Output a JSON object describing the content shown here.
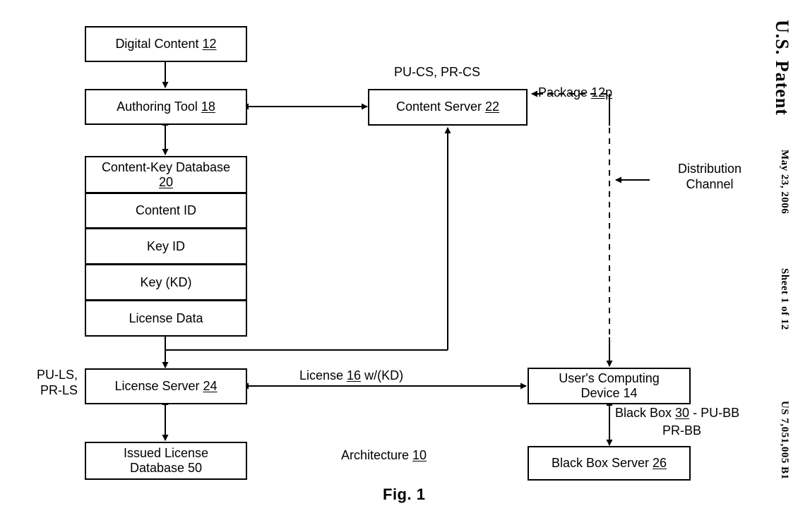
{
  "figure": {
    "fig_label": "Fig. 1",
    "architecture_label_pre": "Architecture ",
    "architecture_num": "10"
  },
  "margin": {
    "patent_title": "U.S. Patent",
    "date": "May 23, 2006",
    "sheet": "Sheet 1 of 12",
    "patent_number": "US 7,051,005 B1"
  },
  "boxes": {
    "digital_content": {
      "text_pre": "Digital Content ",
      "num": "12"
    },
    "authoring_tool": {
      "text_pre": "Authoring Tool ",
      "num": "18"
    },
    "content_server": {
      "text_pre": "Content Server ",
      "num": "22"
    },
    "license_server": {
      "text_pre": "License Server ",
      "num": "24"
    },
    "issued_license_db": {
      "line1": "Issued License",
      "line2": "Database 50"
    },
    "users_device": {
      "line1": "User's Computing",
      "line2": "Device 14"
    },
    "black_box_server": {
      "text_pre": "Black Box Server ",
      "num": "26"
    }
  },
  "database": {
    "title_line1": "Content-Key Database",
    "title_num": "20",
    "rows": [
      {
        "label": "Content ID"
      },
      {
        "label": "Key ID"
      },
      {
        "label": "Key (KD)"
      },
      {
        "label": "License Data"
      }
    ]
  },
  "annotations": {
    "cs_keys": "PU-CS, PR-CS",
    "ls_keys_line1": "PU-LS,",
    "ls_keys_line2": "PR-LS",
    "package_pre": "Package ",
    "package_num": "12p",
    "distribution_line1": "Distribution",
    "distribution_line2": "Channel",
    "license_kd_pre": "License ",
    "license_kd_num": "16",
    "license_kd_post": " w/(KD)",
    "black_box_pre": "Black Box ",
    "black_box_num": "30",
    "black_box_post": " - PU-BB",
    "black_box_line2": "PR-BB"
  },
  "colors": {
    "ink": "#000000",
    "paper": "#ffffff"
  }
}
